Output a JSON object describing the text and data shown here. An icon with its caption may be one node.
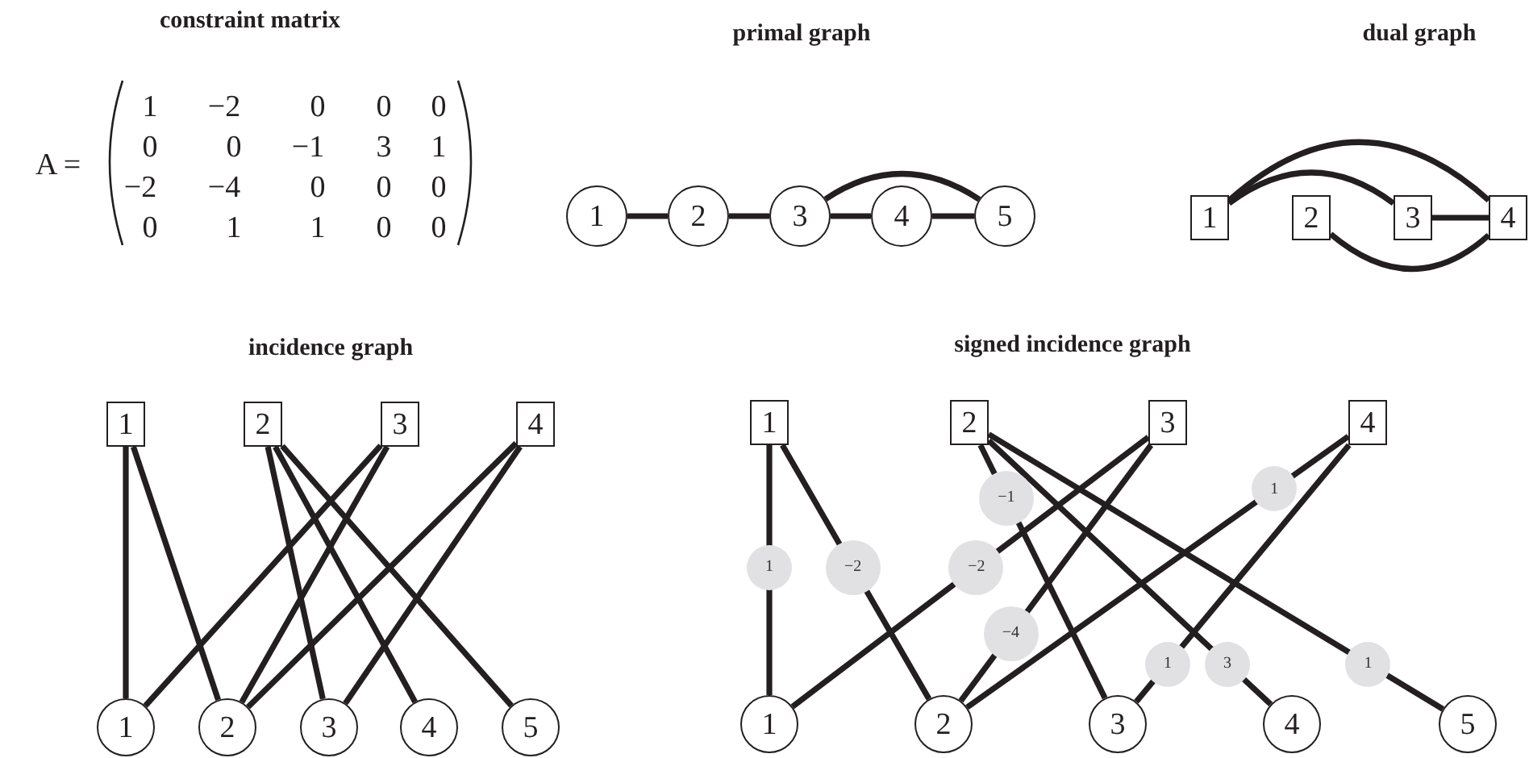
{
  "diagram": {
    "nodes": [
      {
        "text": [
          "1"
        ]
      },
      {
        "text": [
          "2"
        ]
      },
      {
        "text": [
          "3"
        ]
      },
      {
        "text": [
          "4"
        ]
      },
      {
        "text": [
          "5"
        ]
      },
      {
        "text": [
          "1"
        ]
      },
      {
        "text": [
          "2"
        ]
      },
      {
        "text": [
          "3"
        ]
      },
      {
        "text": [
          "4"
        ]
      },
      {
        "text": [
          "1"
        ]
      },
      {
        "text": [
          "2"
        ]
      },
      {
        "text": [
          "3"
        ]
      },
      {
        "text": [
          "4"
        ]
      },
      {
        "text": [
          "1"
        ]
      },
      {
        "text": [
          "2"
        ]
      },
      {
        "text": [
          "3"
        ]
      },
      {
        "text": [
          "4"
        ]
      },
      {
        "text": [
          "5"
        ]
      },
      {
        "text": [
          "1"
        ]
      },
      {
        "text": [
          "2"
        ]
      },
      {
        "text": [
          "3"
        ]
      },
      {
        "text": [
          "4"
        ]
      },
      {
        "text": [
          "1"
        ]
      },
      {
        "text": [
          "2"
        ]
      },
      {
        "text": [
          "3"
        ]
      },
      {
        "text": [
          "4"
        ]
      },
      {
        "text": [
          "5"
        ]
      }
    ],
    "edges": [
      {
        "from": 0,
        "to": 1,
        "arrow": "none"
      },
      {
        "from": 1,
        "to": 2,
        "arrow": "none"
      },
      {
        "from": 2,
        "to": 3,
        "arrow": "none"
      },
      {
        "from": 3,
        "to": 4,
        "arrow": "none"
      },
      {
        "from": 2,
        "to": 4,
        "arrow": "none"
      },
      {
        "from": 5,
        "to": 7,
        "arrow": "none"
      },
      {
        "from": 5,
        "to": 8,
        "arrow": "none"
      },
      {
        "from": 7,
        "to": 8,
        "arrow": "none"
      },
      {
        "from": 6,
        "to": 8,
        "arrow": "none"
      },
      {
        "from": 9,
        "to": 13,
        "arrow": "none"
      },
      {
        "from": 9,
        "to": 14,
        "arrow": "none"
      },
      {
        "from": 10,
        "to": 15,
        "arrow": "none"
      },
      {
        "from": 10,
        "to": 16,
        "arrow": "none"
      },
      {
        "from": 10,
        "to": 17,
        "arrow": "none"
      },
      {
        "from": 11,
        "to": 13,
        "arrow": "none"
      },
      {
        "from": 11,
        "to": 14,
        "arrow": "none"
      },
      {
        "from": 12,
        "to": 14,
        "arrow": "none"
      },
      {
        "from": 12,
        "to": 15,
        "arrow": "none"
      },
      {
        "from": 18,
        "to": 22,
        "arrow": "none",
        "label": "1"
      },
      {
        "from": 18,
        "to": 23,
        "arrow": "none",
        "label": "−2"
      },
      {
        "from": 19,
        "to": 24,
        "arrow": "none",
        "label": "−1"
      },
      {
        "from": 19,
        "to": 25,
        "arrow": "none",
        "label": "3"
      },
      {
        "from": 19,
        "to": 26,
        "arrow": "none",
        "label": "1"
      },
      {
        "from": 20,
        "to": 22,
        "arrow": "none",
        "label": "−2"
      },
      {
        "from": 20,
        "to": 23,
        "arrow": "none",
        "label": "−4"
      },
      {
        "from": 21,
        "to": 23,
        "arrow": "none",
        "label": "1"
      },
      {
        "from": 21,
        "to": 24,
        "arrow": "none",
        "label": "1"
      }
    ],
    "labels": [
      "constraint matrix",
      "primal graph",
      "dual graph",
      "A =",
      "1",
      "−2",
      "0",
      "0",
      "0",
      "0",
      "0",
      "−1",
      "3",
      "1",
      "−2",
      "−4",
      "0",
      "0",
      "0",
      "0",
      "1",
      "1",
      "0",
      "0",
      "incidence graph",
      "signed incidence graph"
    ]
  }
}
